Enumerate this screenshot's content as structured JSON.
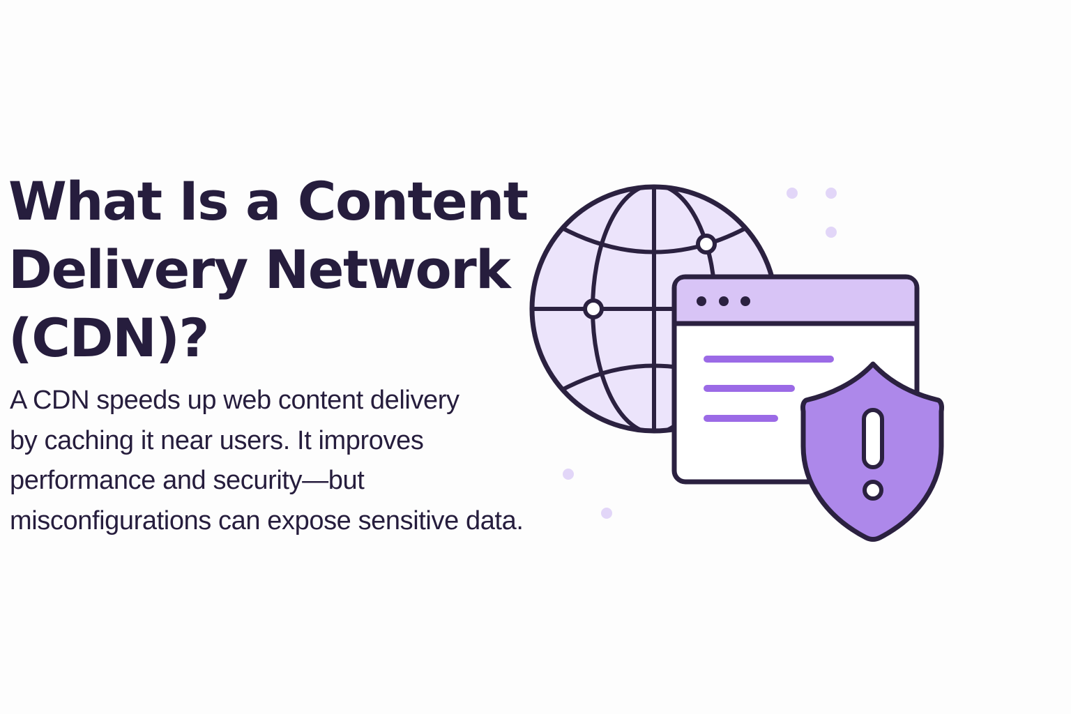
{
  "title_lines": [
    "What Is a Content",
    "Delivery Network",
    "(CDN)?"
  ],
  "description_lines": [
    "A CDN speeds up web content delivery",
    "by caching it near users. It improves",
    "performance and security—but",
    "misconfigurations can expose sensitive data."
  ],
  "illustration": {
    "icons": [
      "globe-icon",
      "browser-window-icon",
      "shield-warning-icon"
    ]
  },
  "colors": {
    "text": "#261d3d",
    "outline": "#2b2140",
    "globe_fill": "#ece4fb",
    "browser_bar": "#d8c4f6",
    "accent": "#9b6ae6",
    "shield_fill": "#ad88ea",
    "dots": "#e2d6f8",
    "background": "#fdfdfd"
  }
}
